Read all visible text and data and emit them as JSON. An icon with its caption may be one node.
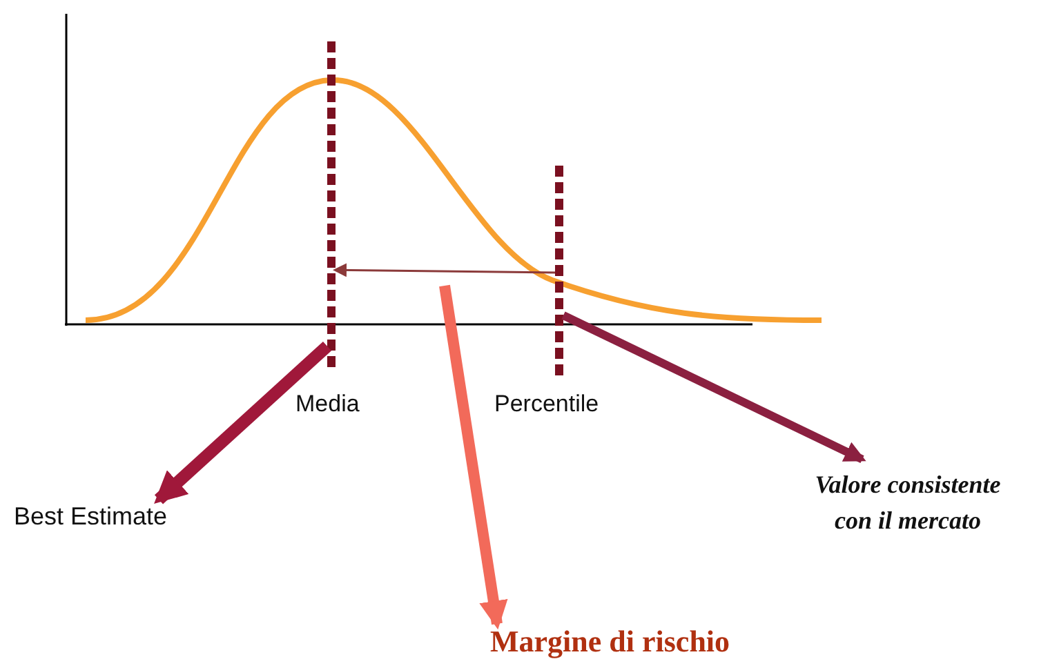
{
  "diagram": {
    "nodes": [
      {
        "text": [],
        "shape": "bar",
        "beside": [
          "Media"
        ]
      },
      {
        "text": [],
        "shape": "bar",
        "beside": [
          "Percentile"
        ]
      },
      {
        "text": [
          "Best Estimate"
        ]
      },
      {
        "text": [
          "Margine di rischio"
        ]
      },
      {
        "text": [
          "Valore consistente con il mercato"
        ]
      }
    ],
    "edges": [
      {
        "from": 1,
        "to": 0,
        "arrow": "to",
        "color": "#8b3a3a"
      },
      {
        "from": 0,
        "to": 2,
        "arrow": "to",
        "color": "#a0183a"
      },
      {
        "from": null,
        "to": 3,
        "arrow": "to",
        "color": "#f26a5a"
      },
      {
        "from": 1,
        "to": 4,
        "arrow": "to",
        "color": "#8b2040"
      }
    ]
  }
}
